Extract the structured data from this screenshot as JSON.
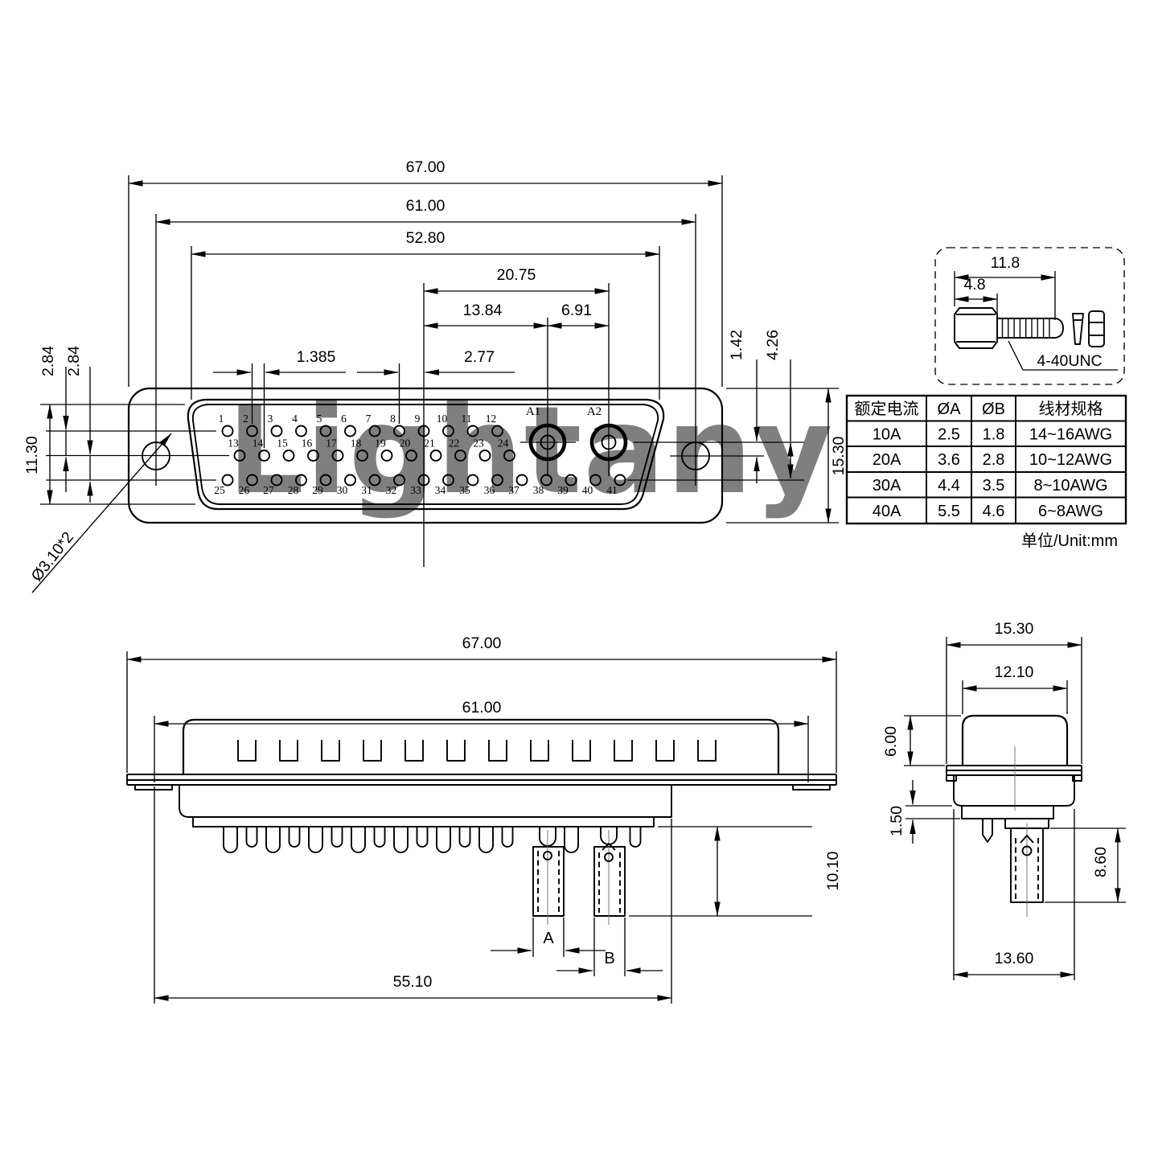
{
  "watermark": {
    "text": "Lightany",
    "color": "#f0aeae"
  },
  "front_view": {
    "dims": {
      "overall_width": "67.00",
      "mount_width": "61.00",
      "face_width": "52.80",
      "coax_span": "20.75",
      "coax_a1_offset": "13.84",
      "coax_pitch": "6.91",
      "half_pitch": "1.385",
      "pitch": "2.77",
      "row_gap_1": "2.84",
      "row_gap_2": "2.84",
      "face_height": "11.30",
      "coax_drop": "1.42",
      "row3_drop": "4.26",
      "overall_height": "15.30",
      "mount_hole": "Ø3.10*2"
    },
    "pins_row1": [
      "1",
      "2",
      "3",
      "4",
      "5",
      "6",
      "7",
      "8",
      "9",
      "10",
      "11",
      "12"
    ],
    "pins_row2": [
      "13",
      "14",
      "15",
      "16",
      "17",
      "18",
      "19",
      "20",
      "21",
      "22",
      "23",
      "24"
    ],
    "pins_row3": [
      "25",
      "26",
      "27",
      "28",
      "29",
      "30",
      "31",
      "32",
      "33",
      "34",
      "35",
      "36",
      "37",
      "38",
      "39",
      "40",
      "41"
    ],
    "coax_labels": [
      "A1",
      "A2"
    ]
  },
  "screw_detail": {
    "overall_length": "11.8",
    "head_length": "4.8",
    "thread_spec": "4-40UNC"
  },
  "spec_table": {
    "headers": [
      "额定电流",
      "ØA",
      "ØB",
      "线材规格"
    ],
    "rows": [
      [
        "10A",
        "2.5",
        "1.8",
        "14~16AWG"
      ],
      [
        "20A",
        "3.6",
        "2.8",
        "10~12AWG"
      ],
      [
        "30A",
        "4.4",
        "3.5",
        "8~10AWG"
      ],
      [
        "40A",
        "5.5",
        "4.6",
        "6~8AWG"
      ]
    ],
    "unit_note": "单位/Unit:mm"
  },
  "side_view": {
    "dims": {
      "overall_width": "67.00",
      "mount_width": "61.00",
      "tail_width": "55.10",
      "terminal_length": "10.10",
      "terminal_a": "A",
      "terminal_b": "B"
    }
  },
  "profile_view": {
    "dims": {
      "overall_height": "15.30",
      "shell_width": "12.10",
      "shell_height": "6.00",
      "step": "1.50",
      "terminal_length": "8.60",
      "body_width": "13.60"
    }
  }
}
